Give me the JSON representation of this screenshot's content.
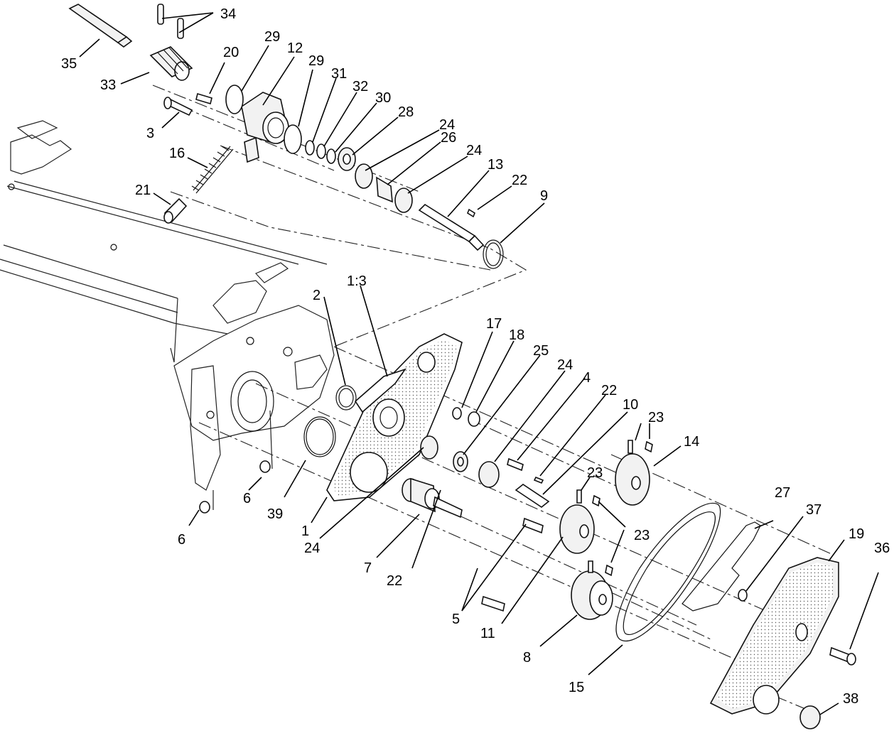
{
  "callouts": {
    "c1": "1",
    "c1_3": "1:3",
    "c2": "2",
    "c3": "3",
    "c4": "4",
    "c5": "5",
    "c6": "6",
    "c7": "7",
    "c8": "8",
    "c9": "9",
    "c10": "10",
    "c11": "11",
    "c12": "12",
    "c13": "13",
    "c14": "14",
    "c15": "15",
    "c16": "16",
    "c17": "17",
    "c18": "18",
    "c19": "19",
    "c20": "20",
    "c21": "21",
    "c22": "22",
    "c23": "23",
    "c24": "24",
    "c25": "25",
    "c26": "26",
    "c27": "27",
    "c28": "28",
    "c29": "29",
    "c30": "30",
    "c31": "31",
    "c32": "32",
    "c33": "33",
    "c34": "34",
    "c35": "35",
    "c36": "36",
    "c37": "37",
    "c38": "38",
    "c39": "39"
  },
  "colors": {
    "line": "#111111",
    "fill": "#f2f2f2",
    "background": "#ffffff"
  }
}
